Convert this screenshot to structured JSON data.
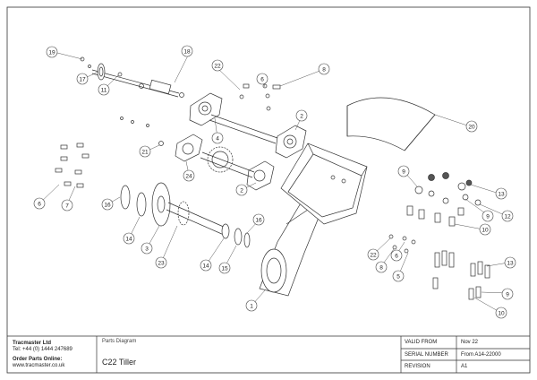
{
  "company": {
    "name": "Tracmaster Ltd",
    "tel": "Tel: +44 (0) 1444 247689",
    "order_label": "Order  Parts Online:",
    "website": "www.tracmaster.co.uk"
  },
  "drawing": {
    "type_label": "Parts Diagram",
    "title": "C22 Tiller"
  },
  "info": [
    {
      "label": "VALID FROM",
      "value": "Nov 22"
    },
    {
      "label": "SERIAL NUMBER",
      "value": "From A14-22000"
    },
    {
      "label": "REVISION",
      "value": "A1"
    }
  ],
  "callouts": [
    {
      "id": "c19",
      "text": "19"
    },
    {
      "id": "c18",
      "text": "18"
    },
    {
      "id": "c17",
      "text": "17"
    },
    {
      "id": "c11",
      "text": "11"
    },
    {
      "id": "c22a",
      "text": "22"
    },
    {
      "id": "c6a",
      "text": "6"
    },
    {
      "id": "c8a",
      "text": "8"
    },
    {
      "id": "c2a",
      "text": "2"
    },
    {
      "id": "c4",
      "text": "4"
    },
    {
      "id": "c21",
      "text": "21"
    },
    {
      "id": "c24",
      "text": "24"
    },
    {
      "id": "c2b",
      "text": "2"
    },
    {
      "id": "c20",
      "text": "20"
    },
    {
      "id": "c6b",
      "text": "6"
    },
    {
      "id": "c7",
      "text": "7"
    },
    {
      "id": "c16a",
      "text": "16"
    },
    {
      "id": "c14a",
      "text": "14"
    },
    {
      "id": "c3",
      "text": "3"
    },
    {
      "id": "c23",
      "text": "23"
    },
    {
      "id": "c14b",
      "text": "14"
    },
    {
      "id": "c15",
      "text": "15"
    },
    {
      "id": "c16b",
      "text": "16"
    },
    {
      "id": "c1",
      "text": "1"
    },
    {
      "id": "c9a",
      "text": "9"
    },
    {
      "id": "c13a",
      "text": "13"
    },
    {
      "id": "c12",
      "text": "12"
    },
    {
      "id": "c9b",
      "text": "9"
    },
    {
      "id": "c10a",
      "text": "10"
    },
    {
      "id": "c22b",
      "text": "22"
    },
    {
      "id": "c6c",
      "text": "6"
    },
    {
      "id": "c8b",
      "text": "8"
    },
    {
      "id": "c5",
      "text": "5"
    },
    {
      "id": "c13b",
      "text": "13"
    },
    {
      "id": "c9c",
      "text": "9"
    },
    {
      "id": "c10b",
      "text": "10"
    }
  ]
}
